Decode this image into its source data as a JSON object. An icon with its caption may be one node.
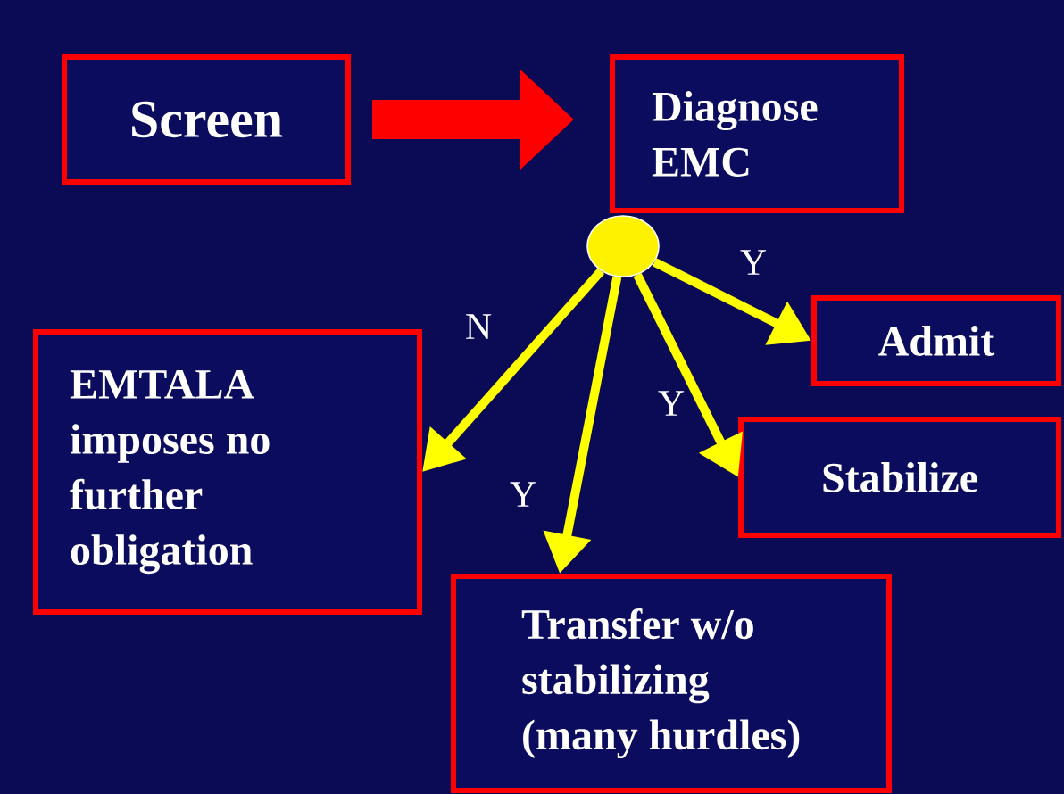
{
  "diagram": {
    "nodes": [
      {
        "text": [
          "Screen"
        ]
      },
      {
        "text": [
          "Diagnose EMC"
        ]
      },
      {
        "text": [],
        "shape": "circle"
      },
      {
        "text": [
          "Admit"
        ]
      },
      {
        "text": [
          "EMTALA imposes no further obligation"
        ]
      },
      {
        "text": [
          "Stabilize"
        ]
      },
      {
        "text": [
          "Transfer w/o stabilizing (many hurdles)"
        ]
      }
    ],
    "edges": [
      {
        "from": 0,
        "to": 1,
        "arrow": "to",
        "style": "thick",
        "color": "#ff0000"
      },
      {
        "from": 2,
        "to": 3,
        "arrow": "to",
        "label": "Y"
      },
      {
        "from": 2,
        "to": 4,
        "arrow": "to",
        "label": "N"
      },
      {
        "from": 2,
        "to": 5,
        "arrow": "to",
        "label": "Y"
      },
      {
        "from": 2,
        "to": 6,
        "arrow": "to",
        "label": "Y"
      }
    ]
  }
}
